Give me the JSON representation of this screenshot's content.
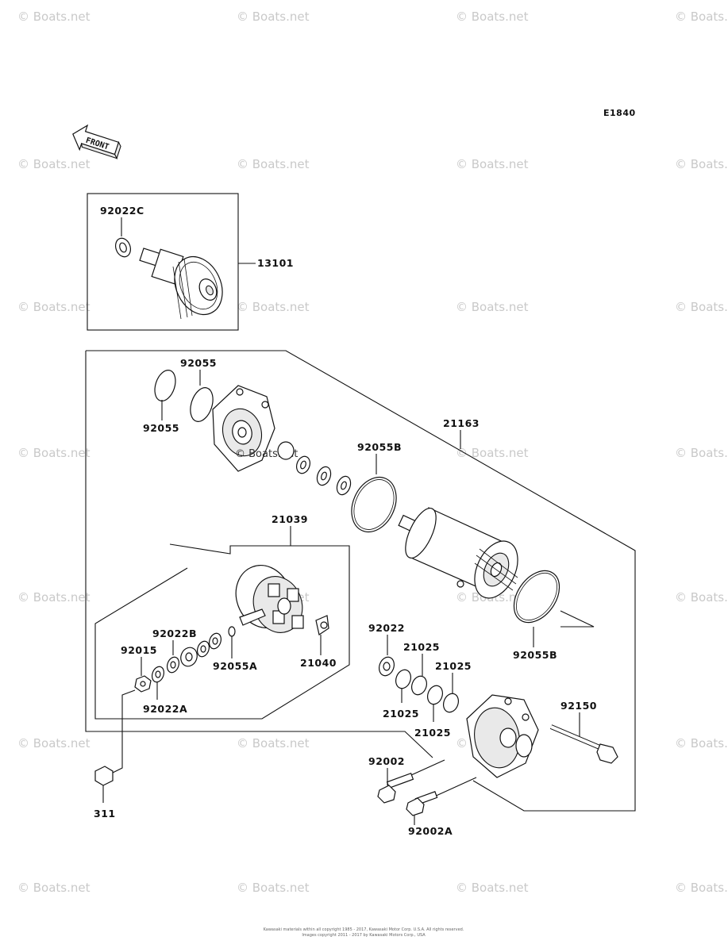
{
  "diagram_code": "E1840",
  "front_label": "FRONT",
  "watermark": "© Boats.net",
  "center_watermark": "© Boats.net",
  "parts": {
    "p92022C": "92022C",
    "p13101": "13101",
    "p92055_top": "92055",
    "p92055_left": "92055",
    "p21163": "21163",
    "p92055B_top": "92055B",
    "p21039": "21039",
    "p92022B": "92022B",
    "p92015": "92015",
    "p92055A": "92055A",
    "p21040": "21040",
    "p92022A": "92022A",
    "p92022": "92022",
    "p21025_a": "21025",
    "p21025_b": "21025",
    "p21025_c": "21025",
    "p21025_d": "21025",
    "p92055B_bottom": "92055B",
    "p92150": "92150",
    "p92002": "92002",
    "p92002A": "92002A",
    "p311": "311"
  },
  "footer_line1": "Kawasaki materials within all copyright 1985 - 2017, Kawasaki Motor Corp. U.S.A. All rights reserved.",
  "footer_line2": "Images copyright 2011 - 2017 by Kawasaki Motors Corp., USA"
}
